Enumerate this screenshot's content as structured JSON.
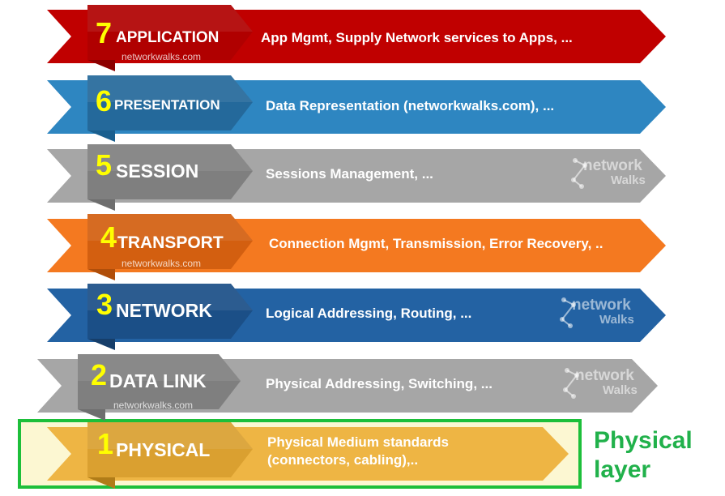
{
  "layers": [
    {
      "num": "7",
      "name": "APPLICATION",
      "desc": [
        "App Mgmt, Supply Network services to Apps, ..."
      ],
      "watermark": "networkwalks.com",
      "logo": "",
      "color": "#c00000",
      "dark": "#8c0000",
      "badge": "#b00000",
      "tail": "#c00000"
    },
    {
      "num": "6",
      "name": "PRESENTATION",
      "desc": [
        "Data Representation (networkwalks.com), ..."
      ],
      "watermark": "",
      "logo": "",
      "color": "#2e86c1",
      "dark": "#1a5f8f",
      "badge": "#24699b",
      "tail": "#2e86c1"
    },
    {
      "num": "5",
      "name": "SESSION",
      "desc": [
        "Sessions Management, ..."
      ],
      "watermark": "",
      "logo": "network walks",
      "color": "#a6a6a6",
      "dark": "#6e6e6e",
      "badge": "#7f7f7f",
      "tail": "#a6a6a6"
    },
    {
      "num": "4",
      "name": "TRANSPORT",
      "desc": [
        "Connection Mgmt, Transmission, Error Recovery, .."
      ],
      "watermark": "networkwalks.com",
      "logo": "",
      "color": "#f47920",
      "dark": "#b04e0a",
      "badge": "#d35f10",
      "tail": "#f47920"
    },
    {
      "num": "3",
      "name": "NETWORK",
      "desc": [
        "Logical Addressing, Routing, ..."
      ],
      "watermark": "",
      "logo": "network walks",
      "color": "#2362a3",
      "dark": "#163e6a",
      "badge": "#1b4f87",
      "tail": "#2362a3"
    },
    {
      "num": "2",
      "name": "DATA LINK",
      "desc": [
        "Physical Addressing, Switching, ..."
      ],
      "watermark": "networkwalks.com",
      "logo": "network walks",
      "color": "#a6a6a6",
      "dark": "#6e6e6e",
      "badge": "#7f7f7f",
      "tail": "#a6a6a6"
    },
    {
      "num": "1",
      "name": "PHYSICAL",
      "desc": [
        "Physical Medium standards",
        "(connectors, cabling),.."
      ],
      "watermark": "",
      "logo": "",
      "color": "#eeb544",
      "dark": "#b07c18",
      "badge": "#daa030",
      "tail": "#eeb544"
    }
  ],
  "highlight": {
    "label_line1": "Physical",
    "label_line2": "layer",
    "color": "#21b14b"
  }
}
